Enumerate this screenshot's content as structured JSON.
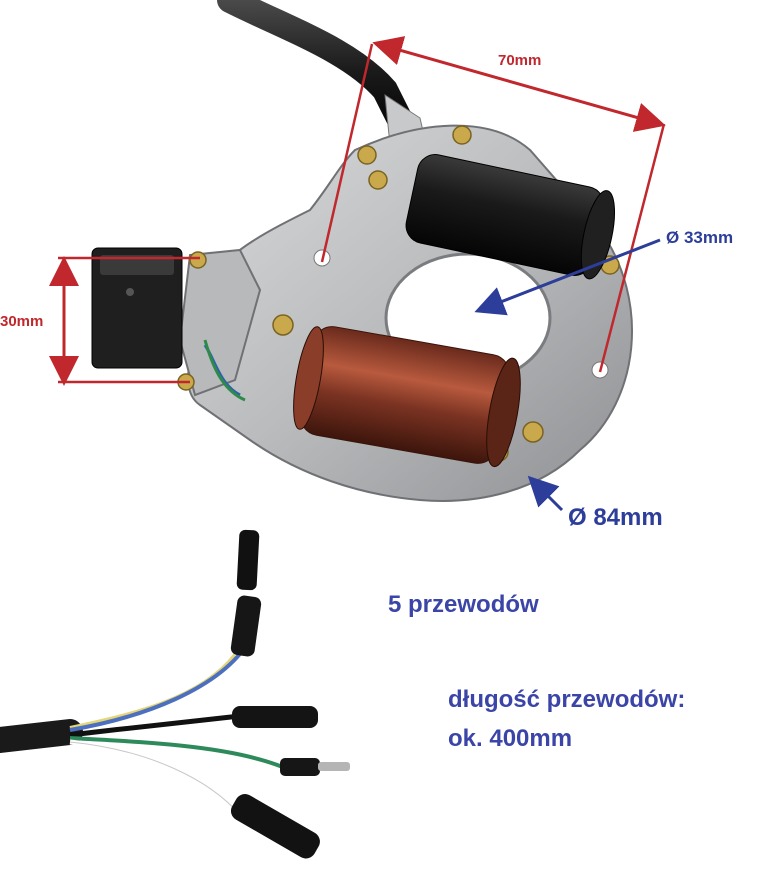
{
  "labels": {
    "width": "70mm",
    "connector_height": "30mm",
    "inner_diameter": "Ø 33mm",
    "outer_diameter": "Ø 84mm",
    "wire_count": "5 przewodów",
    "wire_length_label": "długość przewodów:",
    "wire_length_value": "ok. 400mm"
  },
  "colors": {
    "dimension_red": "#c0282d",
    "dimension_blue": "#2d3d9a",
    "caption_blue": "#3b45a8"
  },
  "wires": [
    "yellow",
    "blue",
    "black",
    "green",
    "white"
  ]
}
